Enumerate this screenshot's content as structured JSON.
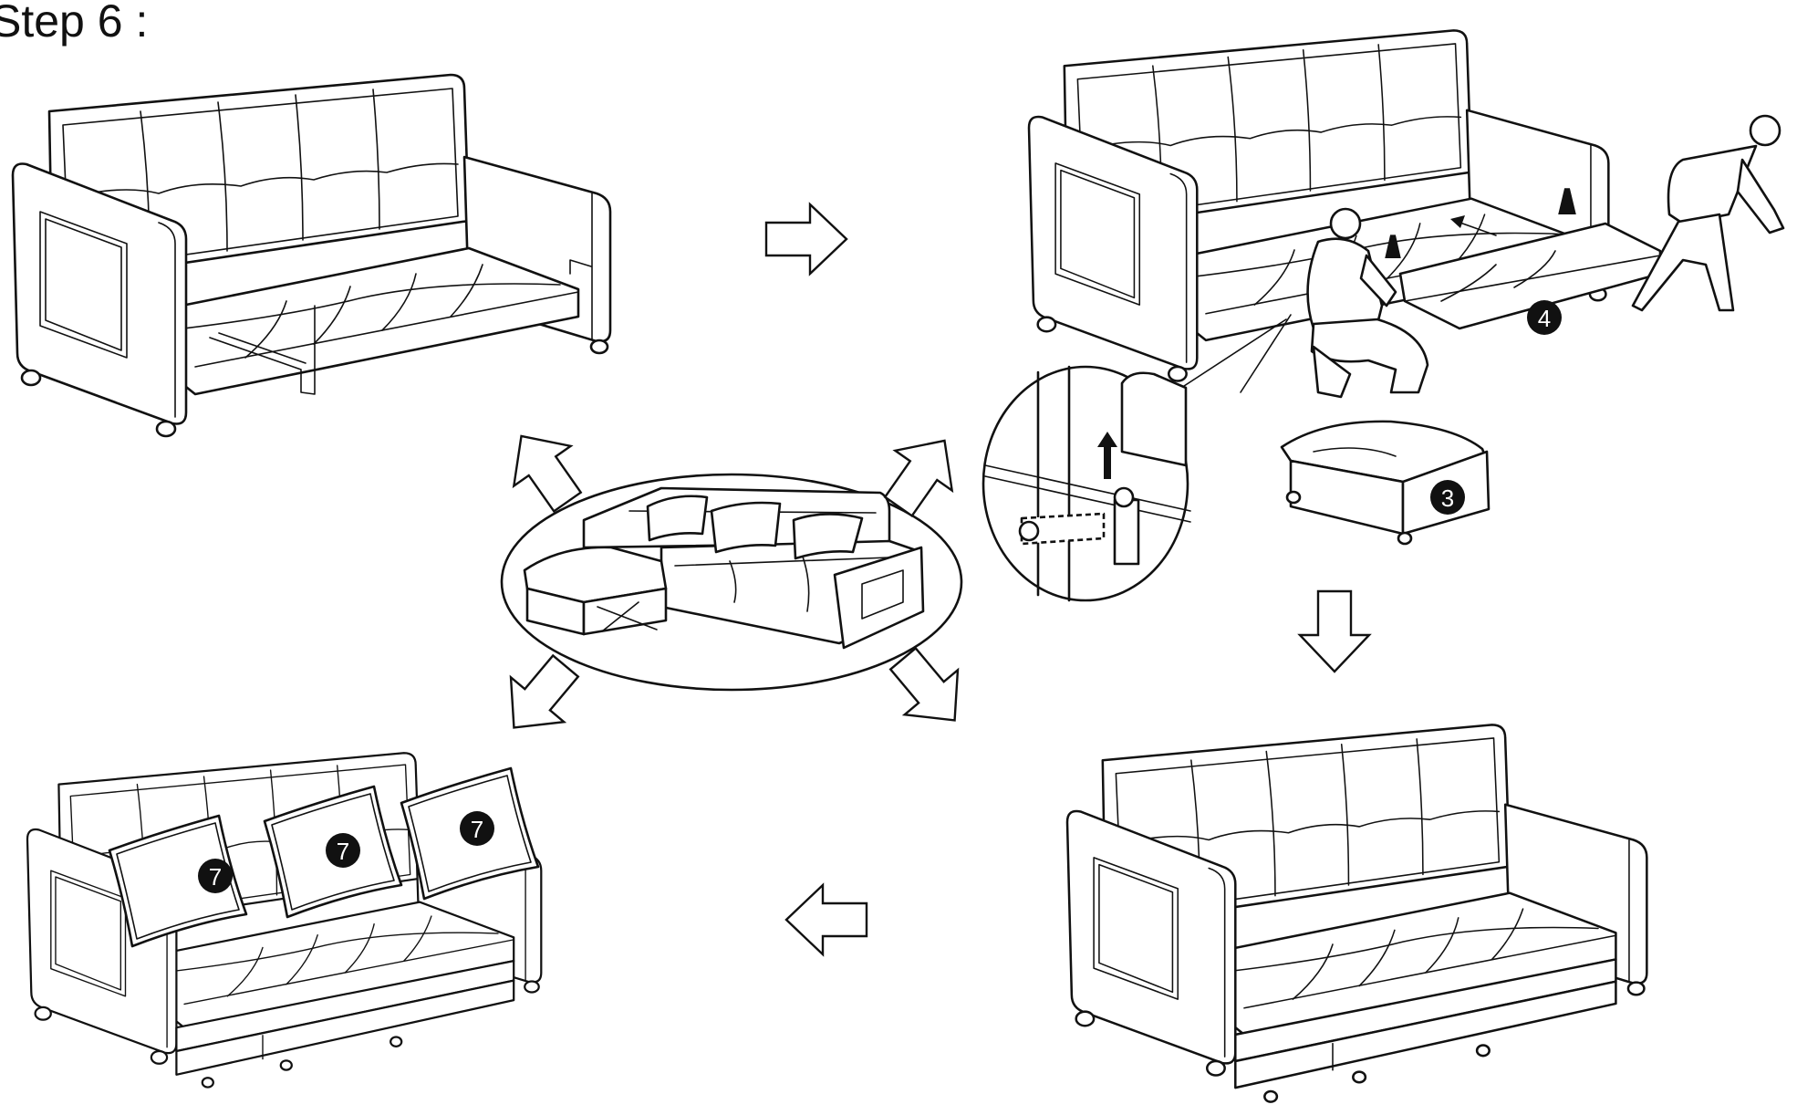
{
  "page": {
    "step_title": "Step 6 :"
  },
  "badges": {
    "part_3": "3",
    "part_4": "4",
    "part_7": "7"
  },
  "icons": [
    "sofa-icon",
    "person-icon",
    "storage-ottoman-icon",
    "pillow-icon",
    "arrow-icon",
    "magnifier-callout-icon"
  ],
  "colors": {
    "line": "#111111",
    "background": "#ffffff",
    "badge": "#111111",
    "badge_text": "#ffffff"
  }
}
